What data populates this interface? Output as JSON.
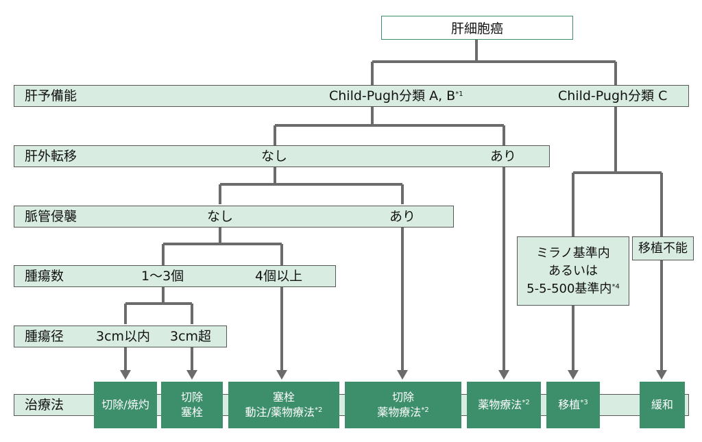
{
  "root": "肝細胞癌",
  "rows": {
    "liver_reserve": {
      "label": "肝予備能",
      "option_ab": "Child-Pugh分類 A, B",
      "option_ab_note": "*1",
      "option_c": "Child-Pugh分類 C"
    },
    "extrahepatic": {
      "label": "肝外転移",
      "none": "なし",
      "present": "あり"
    },
    "vascular": {
      "label": "脈管侵襲",
      "none": "なし",
      "present": "あり"
    },
    "tumor_count": {
      "label": "腫瘍数",
      "few": "1～3個",
      "many": "4個以上"
    },
    "tumor_size": {
      "label": "腫瘍径",
      "small": "3cm以内",
      "large": "3cm超"
    },
    "treatment": {
      "label": "治療法"
    }
  },
  "milan": {
    "line1": "ミラノ基準内",
    "line2": "あるいは",
    "line3": "5-5-500基準内",
    "note": "*4"
  },
  "no_transplant": "移植不能",
  "treatments": {
    "t1": {
      "line1": "切除/焼灼"
    },
    "t2": {
      "line1": "切除",
      "line2": "塞栓"
    },
    "t3": {
      "line1": "塞栓",
      "line2": "動注/薬物療法",
      "note": "*2"
    },
    "t4": {
      "line1": "切除",
      "line2": "薬物療法",
      "note": "*2"
    },
    "t5": {
      "line1": "薬物療法",
      "note": "*2"
    },
    "t6": {
      "line1": "移植",
      "note": "*3"
    },
    "t7": {
      "line1": "緩和"
    }
  },
  "colors": {
    "line": "#6b6b6b",
    "light_fill": "#d8ece1",
    "dark_fill": "#3d8f6b",
    "root_border": "#3d8c6a"
  }
}
